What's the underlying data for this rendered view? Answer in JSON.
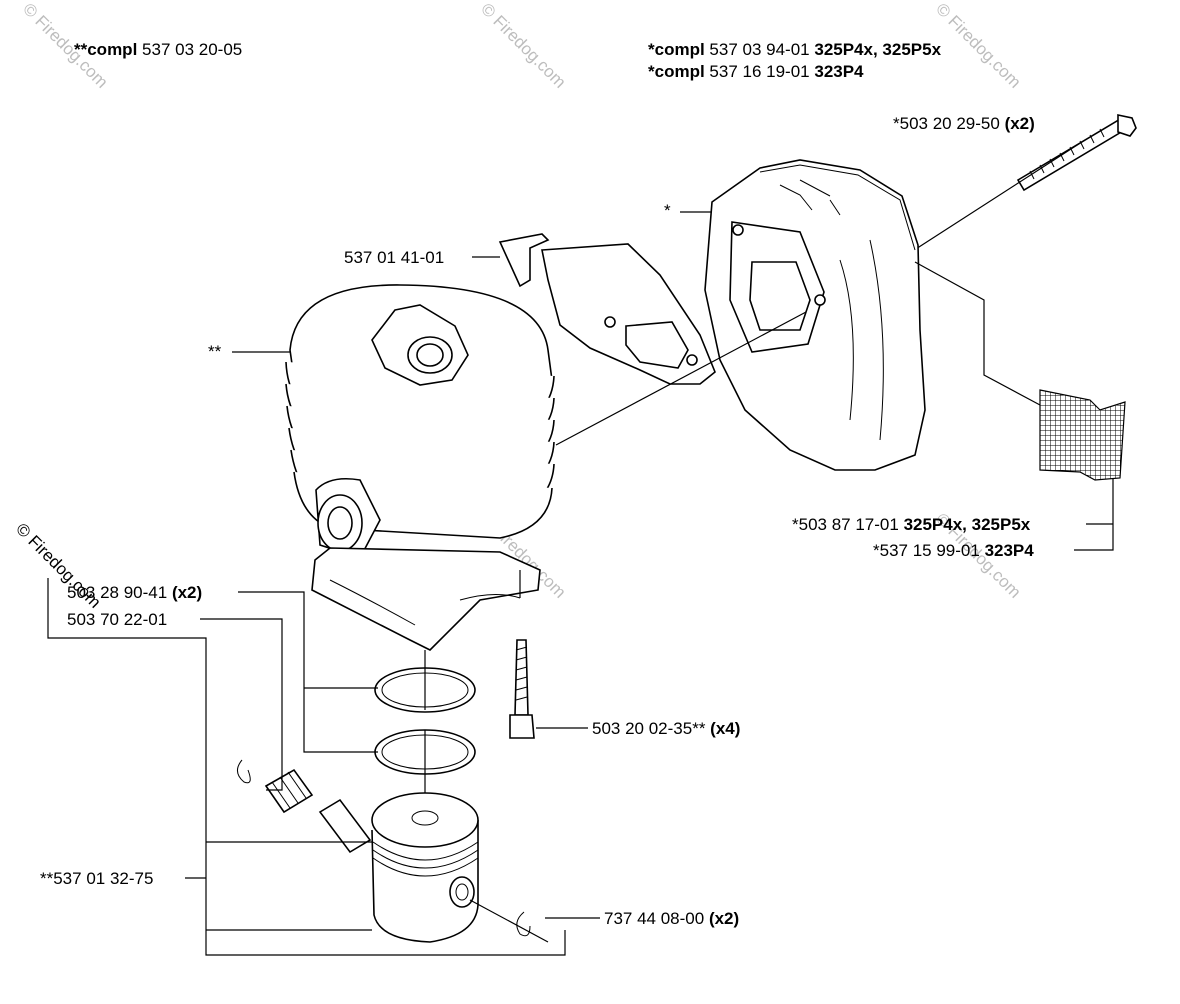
{
  "header_left": {
    "prefix": "**compl",
    "number": "537 03 20-05"
  },
  "header_right": [
    {
      "prefix": "*compl",
      "number": "537 03 94-01",
      "models": "325P4x, 325P5x"
    },
    {
      "prefix": "*compl",
      "number": "537 16 19-01",
      "models": "323P4"
    }
  ],
  "labels": {
    "bolt_top": {
      "text": "*503 20 29-50",
      "qty": "(x2)"
    },
    "muffler_marker": "*",
    "bracket": "537 01 41-01",
    "cylinder_marker": "**",
    "screen_a": {
      "text": "*503 87 17-01",
      "models": "325P4x, 325P5x"
    },
    "screen_b": {
      "text": "*537 15 99-01",
      "models": "323P4"
    },
    "rings": {
      "text": "503 28 90-41",
      "qty": "(x2)"
    },
    "bearing": "503 70 22-01",
    "cyl_bolts": {
      "text": "503 20 02-35**",
      "qty": "(x4)"
    },
    "piston": "**537 01 32-75",
    "circlip": {
      "text": "737 44 08-00",
      "qty": "(x2)"
    }
  },
  "watermark": "© Firedog.com"
}
